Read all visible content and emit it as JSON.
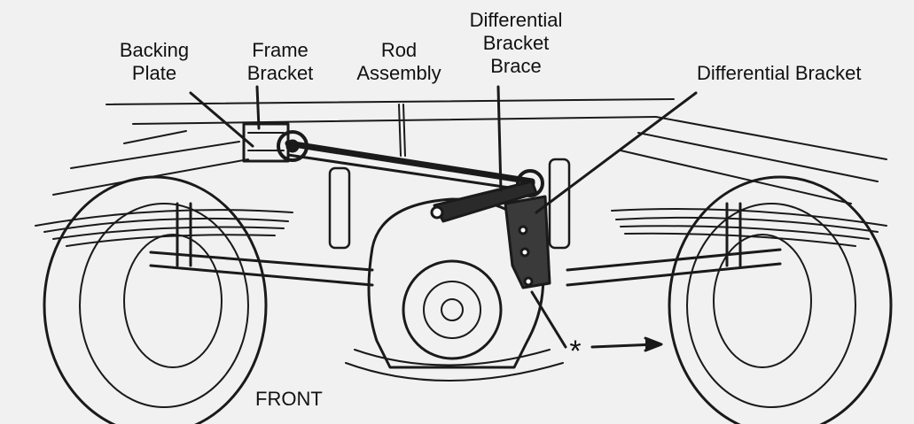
{
  "labels": {
    "backing_plate": [
      "Backing",
      "Plate"
    ],
    "frame_bracket": [
      "Frame",
      "Bracket"
    ],
    "rod_assembly": [
      "Rod",
      "Assembly"
    ],
    "differential_bracket_brace": [
      "Differential",
      "Bracket",
      "Brace"
    ],
    "differential_bracket": "Differential Bracket",
    "front": "FRONT",
    "asterisk": "*"
  },
  "colors": {
    "ink": "#1a1a1a",
    "paper": "#f1f1f1"
  }
}
